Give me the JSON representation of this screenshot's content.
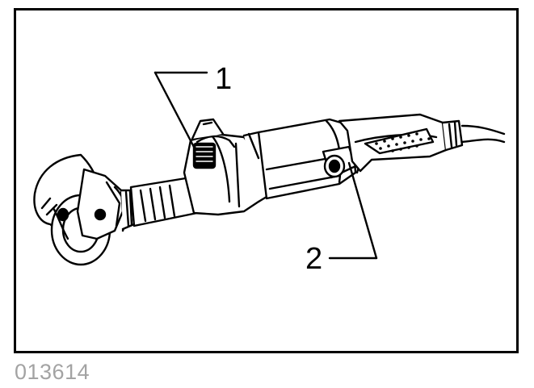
{
  "callouts": [
    {
      "number": "1"
    },
    {
      "number": "2"
    }
  ],
  "figure_code": "013614",
  "colors": {
    "line": "#000000",
    "code_text": "#a3a3a3",
    "background": "#ffffff"
  }
}
